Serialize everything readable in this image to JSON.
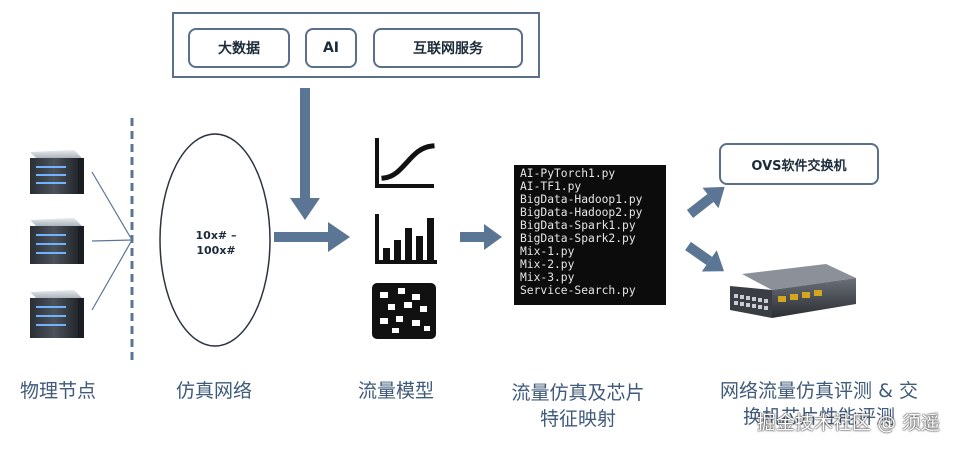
{
  "top_tags": [
    "大数据",
    "AI",
    "互联网服务"
  ],
  "ellipse_text": [
    "10x# –",
    "100x#"
  ],
  "terminal_lines": [
    "AI-PyTorch1.py",
    "AI-TF1.py",
    "BigData-Hadoop1.py",
    "BigData-Hadoop2.py",
    "BigData-Spark1.py",
    "BigData-Spark2.py",
    "Mix-1.py",
    "Mix-2.py",
    "Mix-3.py",
    "Service-Search.py"
  ],
  "ovs_label": "OVS软件交换机",
  "labels": {
    "physical_nodes": "物理节点",
    "sim_network": "仿真网络",
    "traffic_model": "流量模型",
    "traffic_sim_line1": "流量仿真及芯片",
    "traffic_sim_line2": "特征映射",
    "eval_line1": "网络流量仿真评测 & 交",
    "eval_line2": "换机芯片性能评测"
  },
  "watermark": "掘金技术社区 @ 须遥",
  "colors": {
    "arrow": "#5b7695",
    "border": "#5a6f89",
    "label": "#3f5a7a"
  }
}
